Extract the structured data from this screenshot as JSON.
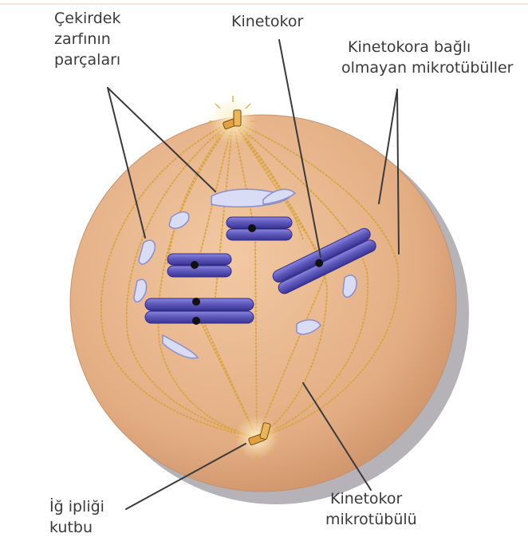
{
  "labels": {
    "nuclear_envelope": [
      "Çekirdek",
      "zarfının",
      "parçaları"
    ],
    "kinetochore": "Kinetokor",
    "non_kinetochore_microtubules": [
      "Kinetokora bağlı",
      "olmayan mikrotübüller"
    ],
    "spindle_pole": [
      "İğ ipliği",
      "kutbu"
    ],
    "kinetochore_microtubule": [
      "Kinetokor",
      "mikrotübülü"
    ]
  },
  "colors": {
    "cell_fill": "#e3ad83",
    "cell_shadow": "#b5b3b8",
    "centrosome_glow": "#fbe6b0",
    "spindle_fiber": "#d8a645",
    "chromosome": "#5b56b8",
    "chromosome_shadow": "#2f2a86",
    "envelope_fragment": "#d9dcf5",
    "leader_line": "#3a3a3a"
  }
}
